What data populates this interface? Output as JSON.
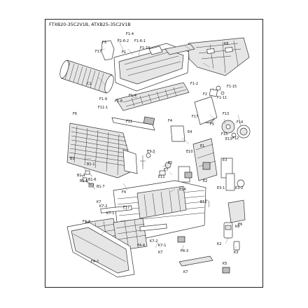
{
  "diagram": {
    "title": "FTXB20-35C2V1B, ATXB25-35C2V1B",
    "parts": [
      "F1-4",
      "F3",
      "F1-6-2",
      "F1-6-1",
      "F1-10",
      "F1",
      "K8",
      "F17",
      "C1",
      "F1-2",
      "F1-15",
      "F2",
      "F1-11",
      "F1-4",
      "F1-9",
      "F1-8",
      "F11-1",
      "F11",
      "F4",
      "F17",
      "F13",
      "F5",
      "F14",
      "F6",
      "E4",
      "F15",
      "E1",
      "F12",
      "E13",
      "E3-3",
      "E10",
      "B1",
      "B1-1",
      "E5",
      "E3",
      "B1-4",
      "E7",
      "E11",
      "B1-5",
      "E2",
      "B1-6",
      "B1-7",
      "E14",
      "B3",
      "F4",
      "E3-1",
      "E3-2",
      "E15",
      "E6",
      "F17",
      "K7",
      "K7-2",
      "K7-1",
      "F4-4",
      "K7-1",
      "F4-4",
      "K7-2",
      "K7",
      "F4-3",
      "K6",
      "F4-2",
      "K2",
      "K3",
      "K7",
      "K5"
    ]
  }
}
